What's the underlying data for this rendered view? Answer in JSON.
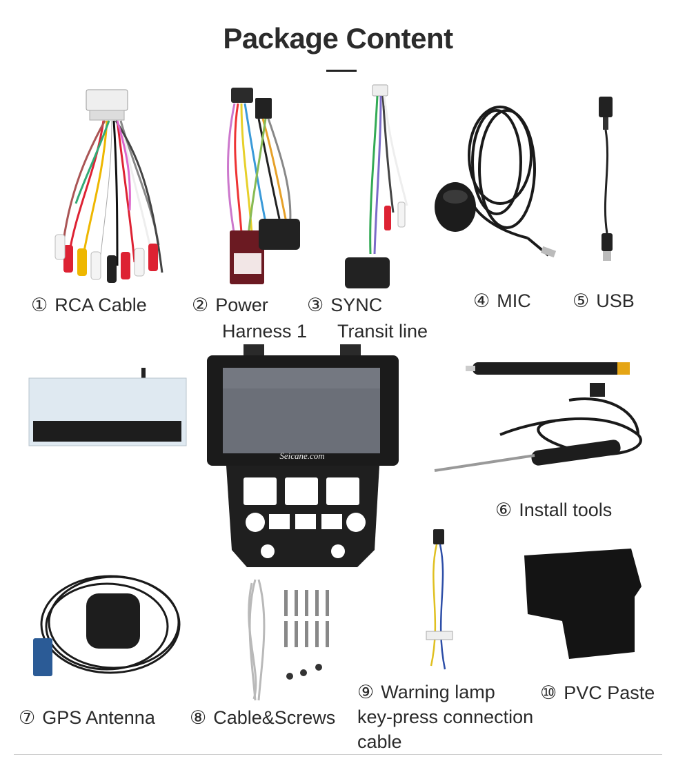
{
  "page": {
    "title": "Package Content"
  },
  "items": [
    {
      "num": "①",
      "line1": "RCA  Cable",
      "line2": ""
    },
    {
      "num": "②",
      "line1": "Power",
      "line2": "Harness 1"
    },
    {
      "num": "③",
      "line1": "SYNC",
      "line2": "Transit line"
    },
    {
      "num": "④",
      "line1": "MIC",
      "line2": ""
    },
    {
      "num": "⑤",
      "line1": "USB",
      "line2": ""
    },
    {
      "num": "⑥",
      "line1": "Install tools",
      "line2": ""
    },
    {
      "num": "⑦",
      "line1": "GPS Antenna",
      "line2": ""
    },
    {
      "num": "⑧",
      "line1": "Cable&Screws",
      "line2": ""
    },
    {
      "num": "⑨",
      "line1": "Warning lamp",
      "line2": "key-press connection",
      "line3": "cable"
    },
    {
      "num": "⑩",
      "line1": "PVC Paste",
      "line2": ""
    }
  ],
  "radio": {
    "watermark": "Seicane.com"
  },
  "colors": {
    "title": "#2b2b2b",
    "text": "#2a2a2a",
    "unit_frame": "#1b1b1b",
    "screen": "#6b6f78"
  },
  "icons": [
    "rca-cable-image",
    "power-harness-image",
    "sync-transit-line-image",
    "mic-image",
    "usb-cable-image",
    "canbus-box-image",
    "radio-unit-image",
    "install-tools-image",
    "gps-antenna-image",
    "cable-screws-image",
    "warning-lamp-cable-image",
    "pvc-paste-image"
  ]
}
